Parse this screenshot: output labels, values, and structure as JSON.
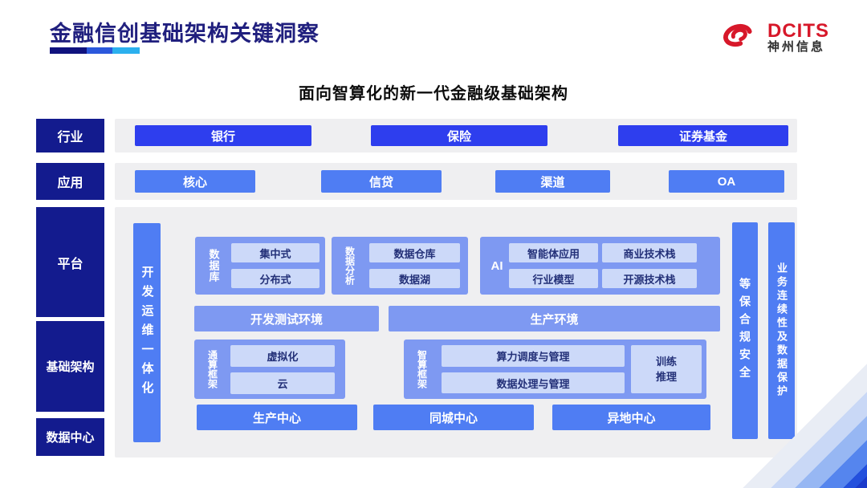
{
  "header": {
    "title": "金融信创基础架构关键洞察",
    "subtitle": "面向智算化的新一代金融级基础架构"
  },
  "logo": {
    "brand": "DCITS",
    "company": "神州信息",
    "icon": "red-swirl-icon"
  },
  "colors": {
    "sidebar_navy": "#131b8e",
    "industry_button_blue": "#2e3eee",
    "app_button_blue": "#4f7df3",
    "section_container_blue": "#7e99f2",
    "inner_box_light_blue": "#ccd9f9",
    "panel_gray": "#efeff1",
    "title_navy": "#201f7e",
    "logo_red": "#d7182a",
    "underline_segments": [
      "#10127e",
      "#2b58dc",
      "#2bb0ee"
    ]
  },
  "sidebar": {
    "items": [
      {
        "label": "行业"
      },
      {
        "label": "应用"
      },
      {
        "label": "平台"
      },
      {
        "label": "基础架构"
      },
      {
        "label": "数据中心"
      }
    ]
  },
  "industry_row": {
    "items": [
      "银行",
      "保险",
      "证券基金"
    ]
  },
  "application_row": {
    "items": [
      "核心",
      "信贷",
      "渠道",
      "OA"
    ]
  },
  "platform": {
    "devops_bar": "开发运维一体化",
    "database": {
      "label": "数据库",
      "items": [
        "集中式",
        "分布式"
      ]
    },
    "analytics": {
      "label": "数据分析",
      "items": [
        "数据仓库",
        "数据湖"
      ]
    },
    "ai": {
      "label": "AI",
      "items": [
        "智能体应用",
        "商业技术栈",
        "行业模型",
        "开源技术栈"
      ]
    },
    "environments": [
      "开发测试环境",
      "生产环境"
    ],
    "general_framework": {
      "label": "通算框架",
      "items": [
        "虚拟化",
        "云"
      ]
    },
    "intelligent_framework": {
      "label": "智算框架",
      "items": [
        "算力调度与管理",
        "数据处理与管理"
      ],
      "side_item": "训练推理"
    },
    "centers": [
      "生产中心",
      "同城中心",
      "异地中心"
    ],
    "security_bars": [
      "等保合规安全",
      "业务连续性及数据保护"
    ]
  }
}
